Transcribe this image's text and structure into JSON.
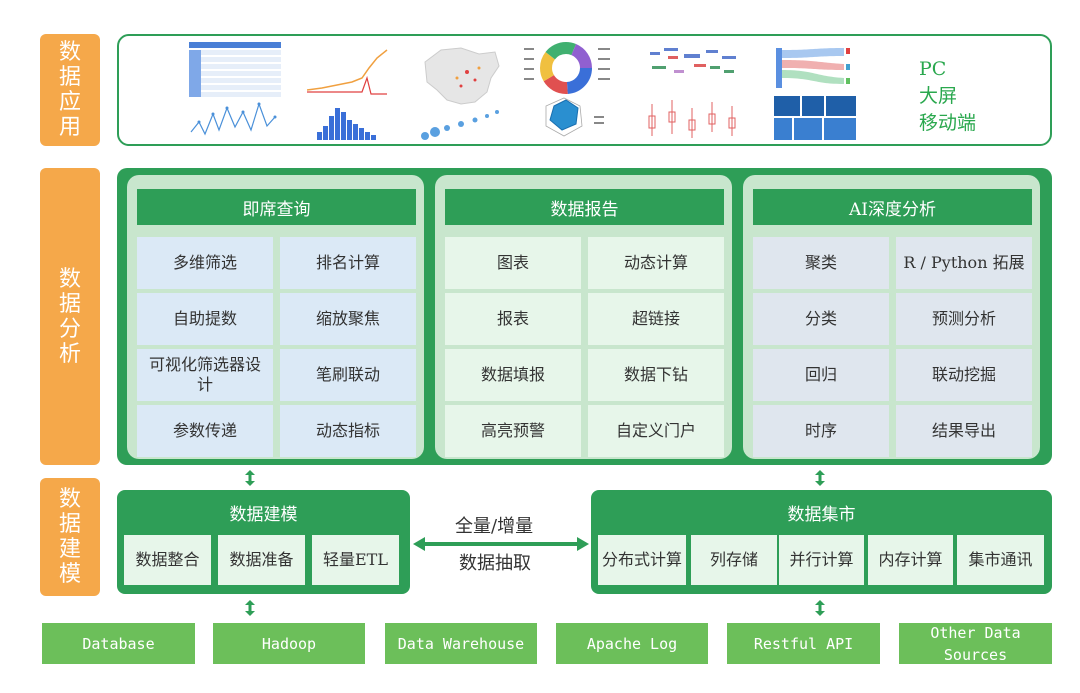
{
  "side_labels": {
    "application": "数据应用",
    "analysis": "数据分析",
    "modeling": "数据建模"
  },
  "application": {
    "clients": [
      "PC",
      "大屏",
      "移动端"
    ]
  },
  "analysis": {
    "groups": [
      {
        "title": "即席查询",
        "items": [
          "多维筛选",
          "排名计算",
          "自助提数",
          "缩放聚焦",
          "可视化筛选器设计",
          "笔刷联动",
          "参数传递",
          "动态指标"
        ]
      },
      {
        "title": "数据报告",
        "items": [
          "图表",
          "动态计算",
          "报表",
          "超链接",
          "数据填报",
          "数据下钻",
          "高亮预警",
          "自定义门户"
        ]
      },
      {
        "title": "AI深度分析",
        "items": [
          "聚类",
          "R / Python 拓展",
          "分类",
          "预测分析",
          "回归",
          "联动挖掘",
          "时序",
          "结果导出"
        ]
      }
    ]
  },
  "modeling": {
    "left": {
      "title": "数据建模",
      "items": [
        "数据整合",
        "数据准备",
        "轻量ETL"
      ]
    },
    "middle": {
      "line1": "全量/增量",
      "line2": "数据抽取"
    },
    "right": {
      "title": "数据集市",
      "items": [
        "分布式计算",
        "列存储",
        "并行计算",
        "内存计算",
        "集市通讯"
      ]
    }
  },
  "sources": [
    "Database",
    "Hadoop",
    "Data Warehouse",
    "Apache Log",
    "Restful API",
    "Other Data Sources"
  ],
  "colors": {
    "orange": "#f5a84a",
    "green": "#2e9e57",
    "light_green": "#c8e6cd",
    "source_green": "#6cbf5a",
    "client_text": "#2aa84e"
  }
}
